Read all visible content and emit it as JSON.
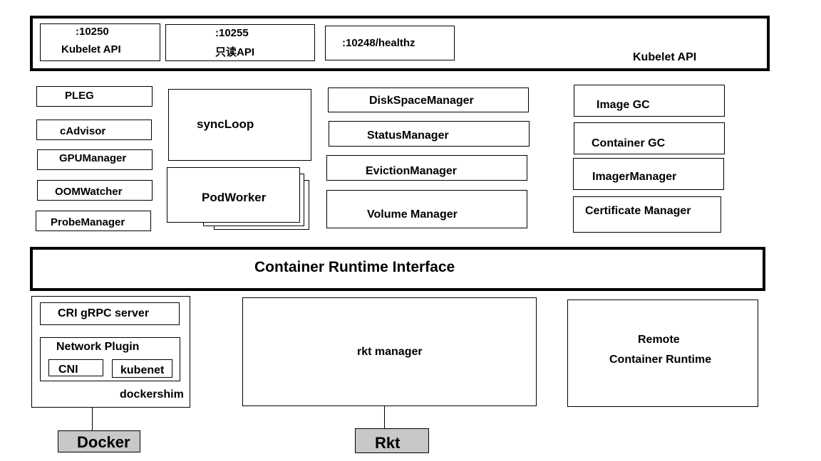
{
  "kubelet_api": {
    "port_10250": ":10250",
    "port_10250_label": "Kubelet API",
    "port_10255": ":10255",
    "port_10255_label": "只读API",
    "healthz": ":10248/healthz",
    "title": "Kubelet API"
  },
  "left_components": [
    "PLEG",
    "cAdvisor",
    "GPUManager",
    "OOMWatcher",
    "ProbeManager"
  ],
  "center": {
    "sync_loop": "syncLoop",
    "pod_worker": "PodWorker"
  },
  "managers": [
    "DiskSpaceManager",
    "StatusManager",
    "EvictionManager",
    "Volume Manager"
  ],
  "right_components": [
    "Image GC",
    "Container GC",
    "ImagerManager",
    "Certificate Manager"
  ],
  "cri": {
    "title": "Container Runtime Interface"
  },
  "dockershim": {
    "grpc_server": "CRI gRPC server",
    "network_plugin": "Network Plugin",
    "cni": "CNI",
    "kubenet": "kubenet",
    "label": "dockershim"
  },
  "rkt_manager": {
    "label": "rkt manager"
  },
  "remote_runtime": {
    "line1": "Remote",
    "line2": "Container Runtime"
  },
  "runtimes": {
    "docker": "Docker",
    "rkt": "Rkt"
  }
}
